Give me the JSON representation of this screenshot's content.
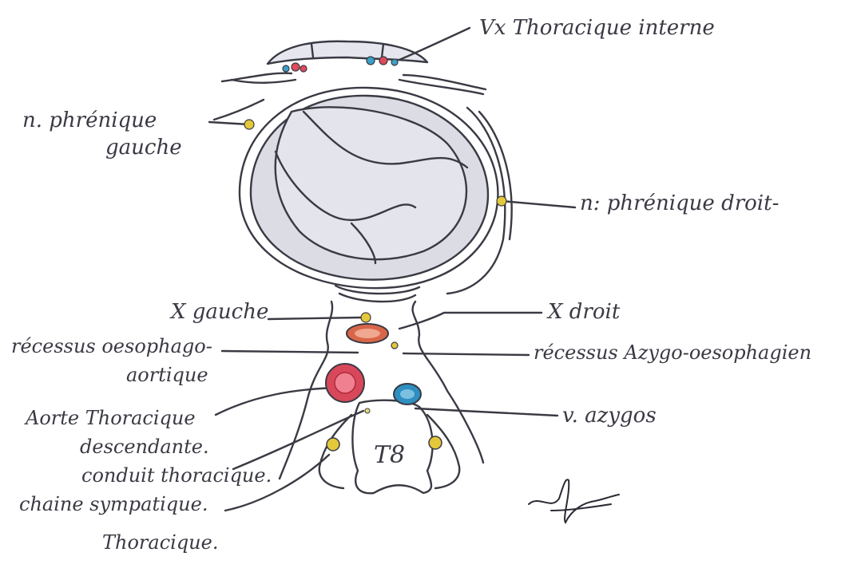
{
  "labels": {
    "vx_thoracique_interne": "Vx Thoracique interne",
    "n_phrenique_gauche_1": "n. phrénique",
    "n_phrenique_gauche_2": "gauche",
    "n_phrenique_droit": "n: phrénique droit-",
    "x_gauche": "X gauche",
    "x_droit": "X droit",
    "recessus_oesophago_1": "récessus oesophago-",
    "recessus_oesophago_2": "aortique",
    "recessus_azygo": "récessus Azygo-oesophagien",
    "aorte_1": "Aorte Thoracique",
    "aorte_2": "descendante.",
    "v_azygos": "v. azygos",
    "conduit": "conduit thoracique.",
    "chaine_1": "chaine sympatique.",
    "chaine_2": "Thoracique.",
    "vertebra": "T8"
  },
  "colors": {
    "ink": "#3a3a44",
    "fill_grey": "#dcdce4",
    "aorta": "#d8485a",
    "aorta_inner": "#f08090",
    "azygos": "#2e8fc0",
    "oesophagus": "#d9664a",
    "nerve": "#e3c83a",
    "artery_small": "#e04a5a",
    "vein_small": "#3aa0c8"
  }
}
